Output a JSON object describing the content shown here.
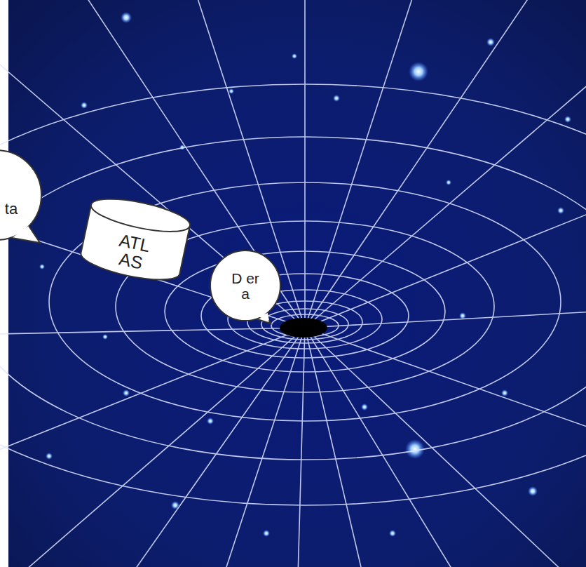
{
  "diagram": {
    "nodes": [
      {
        "text": [
          "ta"
        ]
      },
      {
        "text": [
          "ATL AS"
        ]
      },
      {
        "text": [
          "D er a"
        ]
      }
    ]
  }
}
